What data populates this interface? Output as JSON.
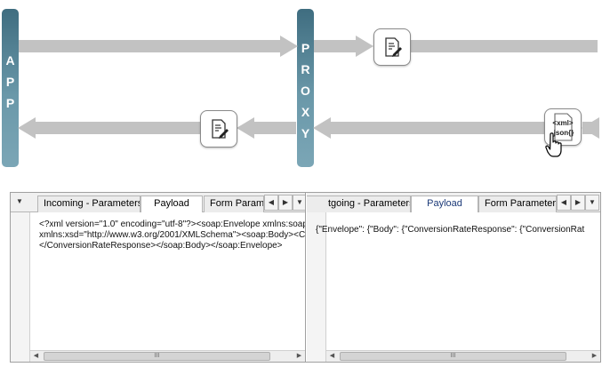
{
  "flow": {
    "app_letters": [
      "A",
      "P",
      "P"
    ],
    "proxy_letters": [
      "P",
      "R",
      "O",
      "X",
      "Y"
    ],
    "colors": {
      "pillar": "#4f7f92",
      "arrow": "#c2c2c2"
    },
    "nodes": [
      {
        "icon": "edit-document-icon"
      },
      {
        "icon": "edit-document-icon"
      },
      {
        "icon": "xml-json-convert-icon",
        "label_top": "<xml>",
        "label_bottom": "json{}"
      }
    ],
    "cursor": "hand-pointer-icon"
  },
  "left_panel": {
    "tabs": [
      "Incoming - Parameters",
      "Payload",
      "Form Parame"
    ],
    "active_tab": "Payload",
    "content_lines": [
      "<?xml version=\"1.0\" encoding=\"utf-8\"?><soap:Envelope xmlns:soap",
      "xmlns:xsd=\"http://www.w3.org/2001/XMLSchema\"><soap:Body><Co",
      "</ConversionRateResponse></soap:Body></soap:Envelope>"
    ],
    "scroll_thumb_label": "III"
  },
  "right_panel": {
    "tabs": [
      "tgoing - Parameters",
      "Payload",
      "Form Parameters"
    ],
    "active_tab": "Payload",
    "content_lines": [
      "{\"Envelope\": {\"Body\": {\"ConversionRateResponse\": {\"ConversionRat"
    ],
    "scroll_thumb_label": "III"
  }
}
